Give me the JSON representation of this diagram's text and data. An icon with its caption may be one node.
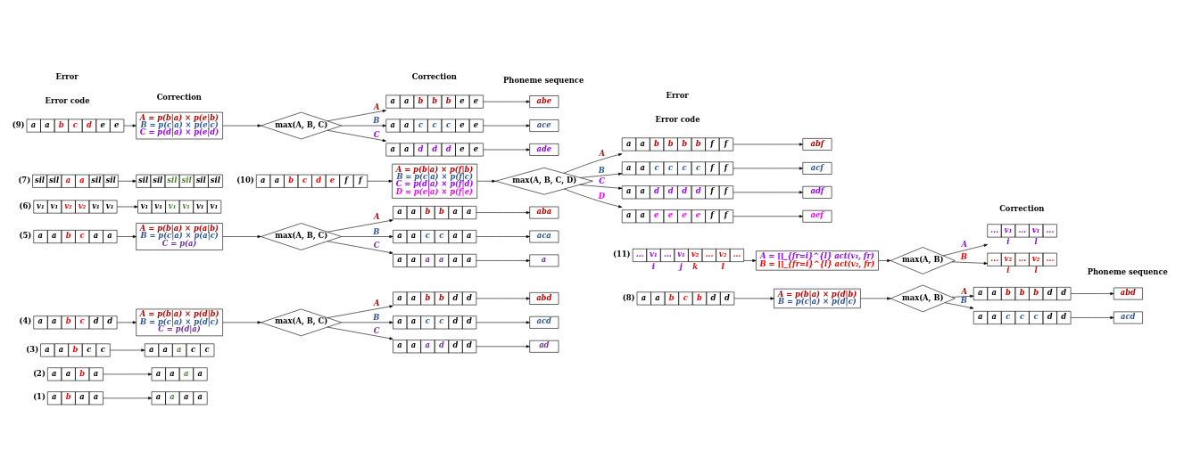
{
  "diagram": {
    "nodes": [
      {
        "text": [
          "a",
          "b",
          "a",
          "a"
        ],
        "beside": [
          "(1)"
        ]
      },
      {
        "text": [
          "a",
          "a",
          "a",
          "a"
        ]
      },
      {
        "text": [
          "a",
          "a",
          "b",
          "a"
        ],
        "beside": [
          "(2)"
        ]
      },
      {
        "text": [
          "a",
          "a",
          "a",
          "a"
        ]
      },
      {
        "text": [
          "a",
          "a",
          "b",
          "c",
          "c"
        ],
        "beside": [
          "(3)"
        ]
      },
      {
        "text": [
          "a",
          "a",
          "a",
          "c",
          "c"
        ]
      },
      {
        "text": [
          "a",
          "a",
          "b",
          "c",
          "d",
          "d"
        ],
        "beside": [
          "(4)"
        ]
      },
      {
        "text": [
          "A = p(b|a) × p(d|b)",
          "B = p(c|a) × p(d|c)",
          "C = p(d|a)"
        ]
      },
      {
        "text": [
          "max(A, B, C)"
        ]
      },
      {
        "text": [
          "a",
          "a",
          "b",
          "b",
          "d",
          "d"
        ]
      },
      {
        "text": [
          "abd"
        ]
      },
      {
        "text": [
          "a",
          "a",
          "c",
          "c",
          "d",
          "d"
        ]
      },
      {
        "text": [
          "acd"
        ]
      },
      {
        "text": [
          "a",
          "a",
          "a",
          "d",
          "d",
          "d"
        ]
      },
      {
        "text": [
          "ad"
        ]
      },
      {
        "text": [
          "a",
          "a",
          "b",
          "c",
          "a",
          "a"
        ],
        "beside": [
          "(5)"
        ]
      },
      {
        "text": [
          "A = p(b|a) × p(a|b)",
          "B = p(c|a) × p(a|c)",
          "C = p(a)"
        ]
      },
      {
        "text": [
          "max(A, B, C)"
        ]
      },
      {
        "text": [
          "a",
          "a",
          "b",
          "b",
          "a",
          "a"
        ]
      },
      {
        "text": [
          "aba"
        ]
      },
      {
        "text": [
          "a",
          "a",
          "c",
          "c",
          "a",
          "a"
        ]
      },
      {
        "text": [
          "aca"
        ]
      },
      {
        "text": [
          "a",
          "a",
          "a",
          "a",
          "a",
          "a"
        ]
      },
      {
        "text": [
          "a"
        ]
      },
      {
        "text": [
          "v₁",
          "v₁",
          "v₂",
          "v₂",
          "v₁",
          "v₁"
        ],
        "beside": [
          "(6)"
        ]
      },
      {
        "text": [
          "v₁",
          "v₁",
          "v₁",
          "v₁",
          "v₁",
          "v₁"
        ]
      },
      {
        "text": [
          "sil",
          "sil",
          "a",
          "a",
          "sil",
          "sil"
        ],
        "beside": [
          "(7)"
        ]
      },
      {
        "text": [
          "sil",
          "sil",
          "sil",
          "sil",
          "sil",
          "sil"
        ]
      },
      {
        "text": [
          "a",
          "a",
          "b",
          "c",
          "b",
          "d",
          "d"
        ],
        "beside": [
          "(8)"
        ]
      },
      {
        "text": [
          "A = p(b|a) × p(d|b)",
          "B = p(c|a) × p(d|c)"
        ]
      },
      {
        "text": [
          "max(A, B)"
        ]
      },
      {
        "text": [
          "a",
          "a",
          "b",
          "b",
          "b",
          "d",
          "d"
        ]
      },
      {
        "text": [
          "abd"
        ]
      },
      {
        "text": [
          "a",
          "a",
          "c",
          "c",
          "c",
          "d",
          "d"
        ]
      },
      {
        "text": [
          "acd"
        ]
      },
      {
        "text": [
          "a",
          "a",
          "b",
          "c",
          "d",
          "e",
          "e"
        ],
        "beside": [
          "(9)"
        ]
      },
      {
        "text": [
          "A = p(b|a) × p(e|b)",
          "B = p(c|a) × p(e|c)",
          "C = p(d|a) × p(e|d)"
        ]
      },
      {
        "text": [
          "max(A, B, C)"
        ]
      },
      {
        "text": [
          "a",
          "a",
          "b",
          "b",
          "b",
          "e",
          "e"
        ]
      },
      {
        "text": [
          "abe"
        ]
      },
      {
        "text": [
          "a",
          "a",
          "c",
          "c",
          "c",
          "e",
          "e"
        ]
      },
      {
        "text": [
          "ace"
        ]
      },
      {
        "text": [
          "a",
          "a",
          "d",
          "d",
          "d",
          "e",
          "e"
        ]
      },
      {
        "text": [
          "ade"
        ]
      },
      {
        "text": [
          "a",
          "a",
          "b",
          "c",
          "d",
          "e",
          "f",
          "f"
        ],
        "beside": [
          "(10)"
        ]
      },
      {
        "text": [
          "A = p(b|a) × p(f|b)",
          "B = p(c|a) × p(f|c)",
          "C = p(d|a) × p(f|d)",
          "D = p(e|a) × p(f|e)"
        ]
      },
      {
        "text": [
          "max(A, B, C, D)"
        ]
      },
      {
        "text": [
          "a",
          "a",
          "b",
          "b",
          "b",
          "b",
          "f",
          "f"
        ]
      },
      {
        "text": [
          "abf"
        ]
      },
      {
        "text": [
          "a",
          "a",
          "c",
          "c",
          "c",
          "c",
          "f",
          "f"
        ]
      },
      {
        "text": [
          "acf"
        ]
      },
      {
        "text": [
          "a",
          "a",
          "d",
          "d",
          "d",
          "d",
          "f",
          "f"
        ]
      },
      {
        "text": [
          "adf"
        ]
      },
      {
        "text": [
          "a",
          "a",
          "e",
          "e",
          "e",
          "e",
          "f",
          "f"
        ]
      },
      {
        "text": [
          "aef"
        ]
      },
      {
        "text": [
          "...",
          "v₁",
          "...",
          "v₁",
          "v₂",
          "...",
          "v₂",
          "..."
        ],
        "beside": [
          "(11)",
          "i",
          "j",
          "k",
          "l"
        ]
      },
      {
        "text": [
          "A = ∏_{fr=i}^{l} act(v₁, fr)",
          "B = ∏_{fr=i}^{l} act(v₂, fr)"
        ]
      },
      {
        "text": [
          "max(A, B)"
        ]
      },
      {
        "text": [
          "...",
          "v₁",
          "...",
          "v₁",
          "..."
        ],
        "beside": [
          "i",
          "l"
        ]
      },
      {
        "text": [
          "...",
          "v₂",
          "...",
          "v₂",
          "..."
        ],
        "beside": [
          "i",
          "l"
        ]
      }
    ],
    "edges": [
      {
        "from": 0,
        "to": 1,
        "arrow": "to"
      },
      {
        "from": 2,
        "to": 3,
        "arrow": "to"
      },
      {
        "from": 4,
        "to": 5,
        "arrow": "to"
      },
      {
        "from": 6,
        "to": 7,
        "arrow": "to"
      },
      {
        "from": 7,
        "to": 8,
        "arrow": "to"
      },
      {
        "from": 8,
        "to": 9,
        "arrow": "to",
        "label": "A"
      },
      {
        "from": 8,
        "to": 11,
        "arrow": "to",
        "label": "B"
      },
      {
        "from": 8,
        "to": 13,
        "arrow": "to",
        "label": "C"
      },
      {
        "from": 9,
        "to": 10,
        "arrow": "to"
      },
      {
        "from": 11,
        "to": 12,
        "arrow": "to"
      },
      {
        "from": 13,
        "to": 14,
        "arrow": "to"
      },
      {
        "from": 15,
        "to": 16,
        "arrow": "to"
      },
      {
        "from": 16,
        "to": 17,
        "arrow": "to"
      },
      {
        "from": 17,
        "to": 18,
        "arrow": "to",
        "label": "A"
      },
      {
        "from": 17,
        "to": 20,
        "arrow": "to",
        "label": "B"
      },
      {
        "from": 17,
        "to": 22,
        "arrow": "to",
        "label": "C"
      },
      {
        "from": 18,
        "to": 19,
        "arrow": "to"
      },
      {
        "from": 20,
        "to": 21,
        "arrow": "to"
      },
      {
        "from": 22,
        "to": 23,
        "arrow": "to"
      },
      {
        "from": 24,
        "to": 25,
        "arrow": "to"
      },
      {
        "from": 26,
        "to": 27,
        "arrow": "to"
      },
      {
        "from": 28,
        "to": 29,
        "arrow": "to"
      },
      {
        "from": 29,
        "to": 30,
        "arrow": "to"
      },
      {
        "from": 30,
        "to": 31,
        "arrow": "to",
        "label": "A"
      },
      {
        "from": 30,
        "to": 33,
        "arrow": "to",
        "label": "B"
      },
      {
        "from": 31,
        "to": 32,
        "arrow": "to"
      },
      {
        "from": 33,
        "to": 34,
        "arrow": "to"
      },
      {
        "from": 35,
        "to": 36,
        "arrow": "to"
      },
      {
        "from": 36,
        "to": 37,
        "arrow": "to"
      },
      {
        "from": 37,
        "to": 38,
        "arrow": "to",
        "label": "A"
      },
      {
        "from": 37,
        "to": 40,
        "arrow": "to",
        "label": "B"
      },
      {
        "from": 37,
        "to": 42,
        "arrow": "to",
        "label": "C"
      },
      {
        "from": 38,
        "to": 39,
        "arrow": "to"
      },
      {
        "from": 40,
        "to": 41,
        "arrow": "to"
      },
      {
        "from": 42,
        "to": 43,
        "arrow": "to"
      },
      {
        "from": 44,
        "to": 45,
        "arrow": "to"
      },
      {
        "from": 45,
        "to": 46,
        "arrow": "to"
      },
      {
        "from": 46,
        "to": 47,
        "arrow": "to",
        "label": "A"
      },
      {
        "from": 46,
        "to": 49,
        "arrow": "to",
        "label": "B"
      },
      {
        "from": 46,
        "to": 51,
        "arrow": "to",
        "label": "C"
      },
      {
        "from": 46,
        "to": 53,
        "arrow": "to",
        "label": "D"
      },
      {
        "from": 47,
        "to": 48,
        "arrow": "to"
      },
      {
        "from": 49,
        "to": 50,
        "arrow": "to"
      },
      {
        "from": 51,
        "to": 52,
        "arrow": "to"
      },
      {
        "from": 53,
        "to": 54,
        "arrow": "to"
      },
      {
        "from": 55,
        "to": 56,
        "arrow": "to"
      },
      {
        "from": 56,
        "to": 57,
        "arrow": "to"
      },
      {
        "from": 57,
        "to": 58,
        "arrow": "to",
        "label": "A"
      },
      {
        "from": 57,
        "to": 59,
        "arrow": "to",
        "label": "B"
      }
    ],
    "labels": [
      "Error code",
      "Error",
      "Correction",
      "Correction",
      "Phoneme sequence",
      "Error code",
      "Error",
      "Correction",
      "Phoneme sequence"
    ]
  }
}
